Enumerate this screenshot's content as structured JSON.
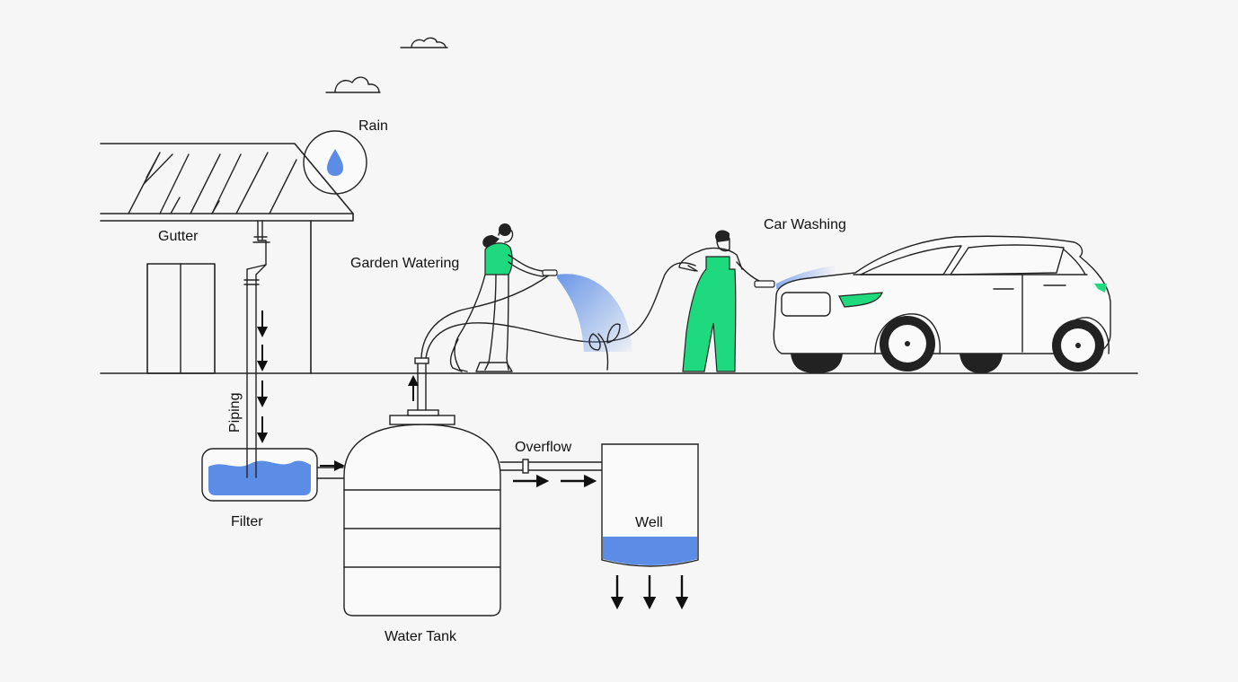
{
  "labels": {
    "rain": "Rain",
    "gutter": "Gutter",
    "piping": "Piping",
    "filter": "Filter",
    "water_tank": "Water Tank",
    "overflow": "Overflow",
    "well": "Well",
    "garden_watering": "Garden Watering",
    "car_washing": "Car Washing"
  },
  "colors": {
    "background": "#f6f6f6",
    "water": "#5b8de6",
    "accent_green": "#1fd97f",
    "line": "#222222"
  }
}
